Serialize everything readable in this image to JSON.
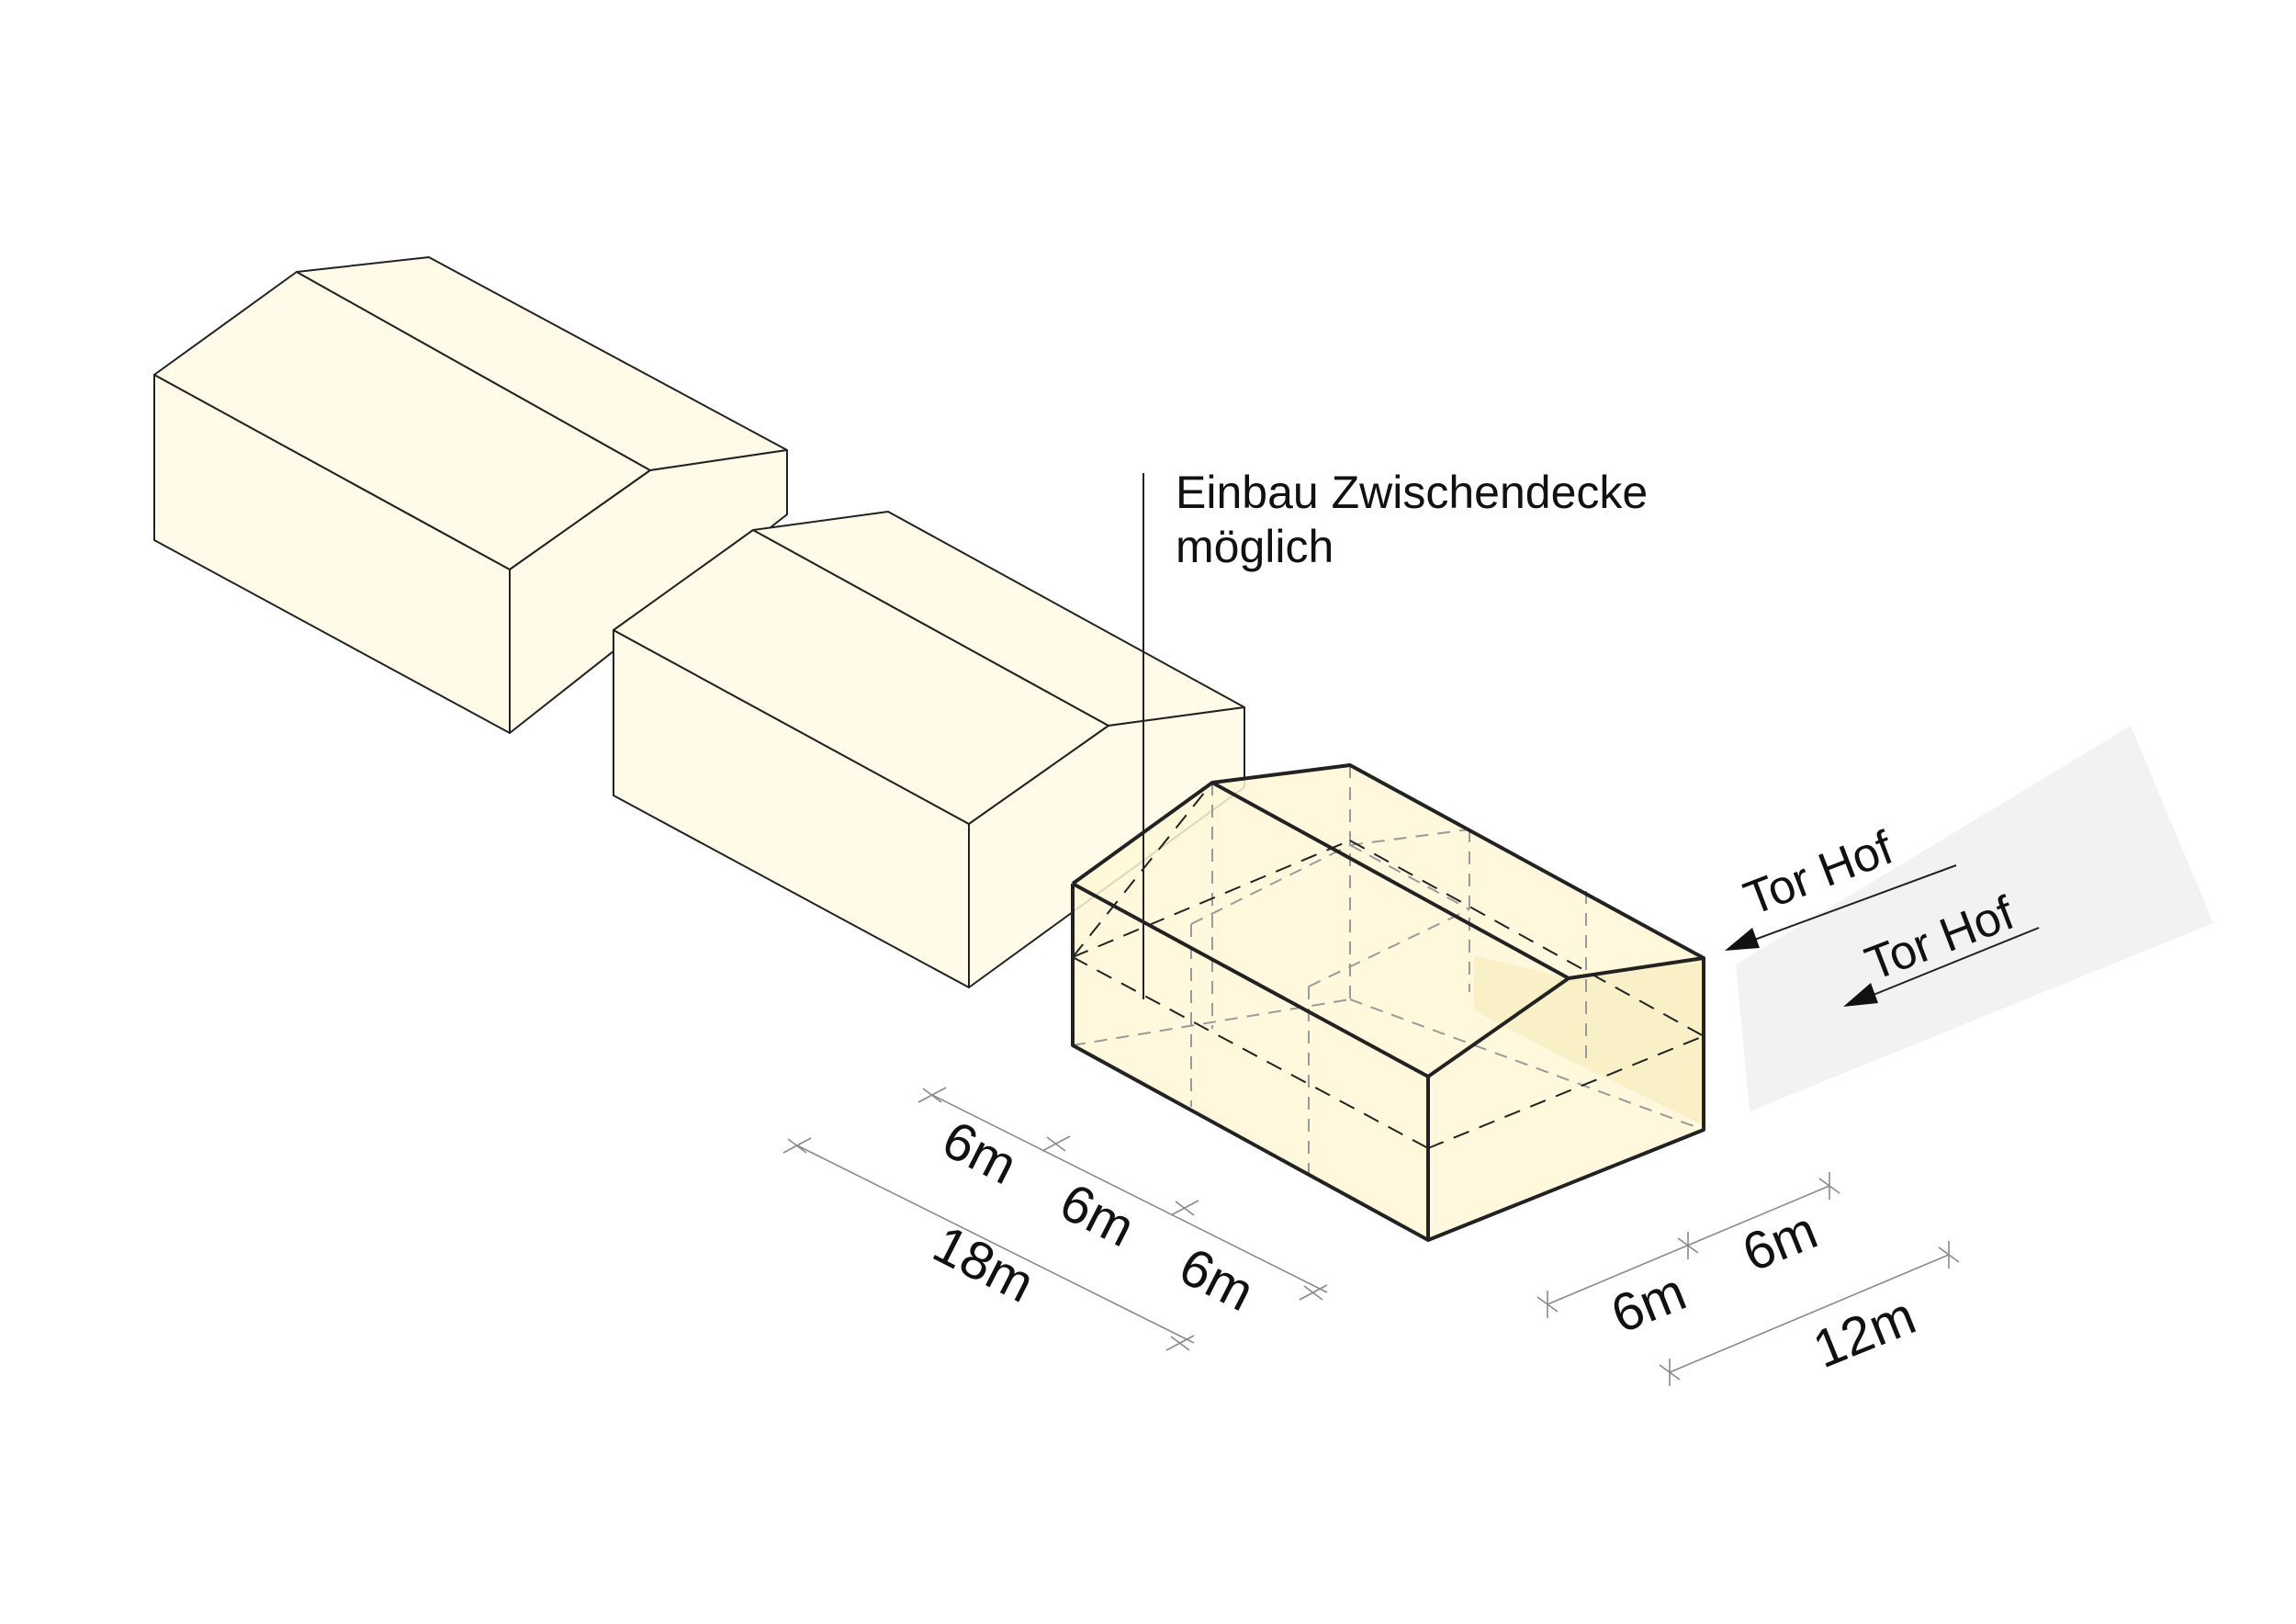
{
  "annotation": {
    "line1": "Einbau Zwischendecke",
    "line2": "möglich"
  },
  "gates": [
    {
      "label": "Tor Hof"
    },
    {
      "label": "Tor Hof"
    }
  ],
  "dimensions": {
    "length_segments": [
      "6m",
      "6m",
      "6m"
    ],
    "length_total": "18m",
    "width_segments": [
      "6m",
      "6m"
    ],
    "width_total": "12m"
  },
  "colors": {
    "building_fill": "#fffbe8",
    "building_highlight": "#fbf1c3",
    "shadow": "#f2f2f2",
    "line": "#222222",
    "dimension_line": "#8a8a8a"
  }
}
